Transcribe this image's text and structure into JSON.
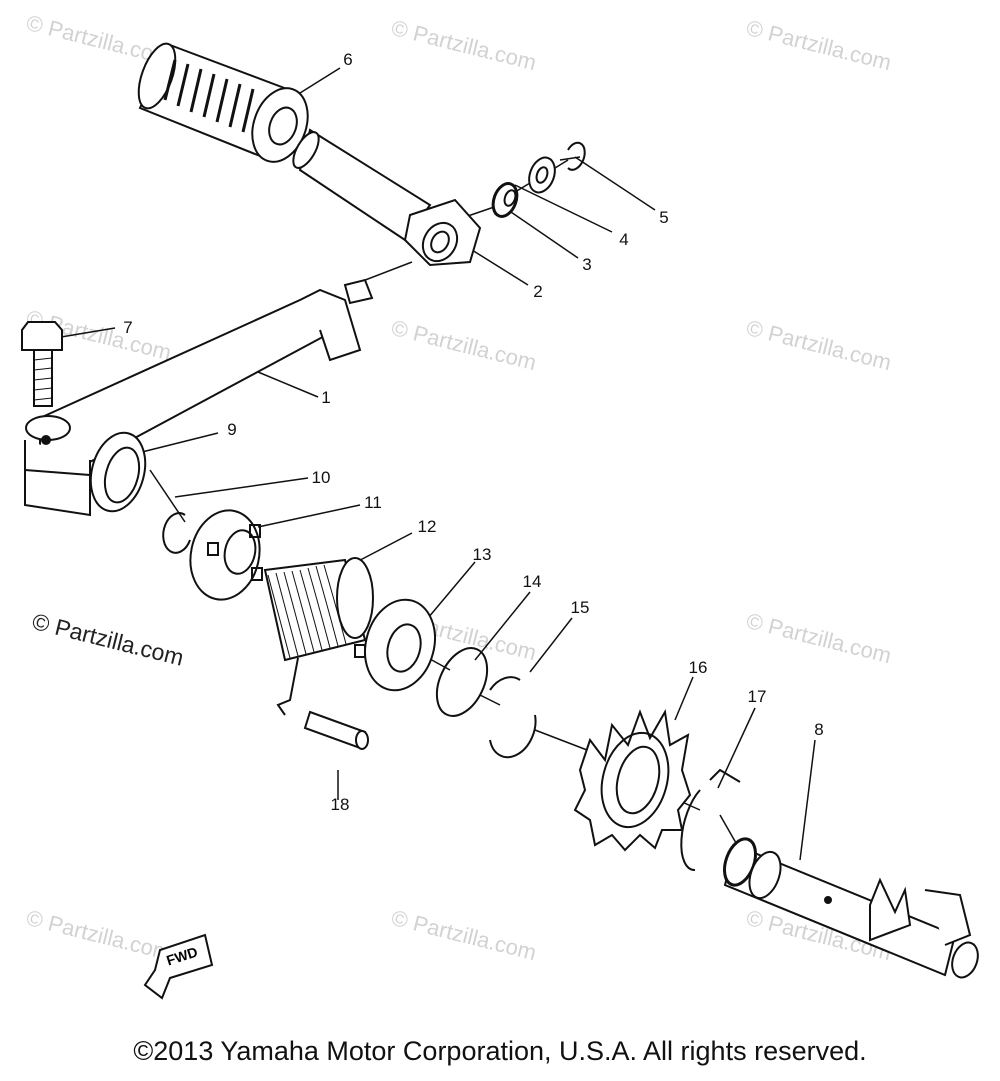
{
  "watermark": "© Partzilla.com",
  "watermark_side": "© Partzilla.com",
  "fwd_label": "FWD",
  "callouts": {
    "c1": "1",
    "c2": "2",
    "c3": "3",
    "c4": "4",
    "c5": "5",
    "c6": "6",
    "c7": "7",
    "c8": "8",
    "c9": "9",
    "c10": "10",
    "c11": "11",
    "c12": "12",
    "c13": "13",
    "c14": "14",
    "c15": "15",
    "c16": "16",
    "c17": "17",
    "c18": "18"
  },
  "copyright": "©2013 Yamaha Motor Corporation, U.S.A. All rights reserved."
}
